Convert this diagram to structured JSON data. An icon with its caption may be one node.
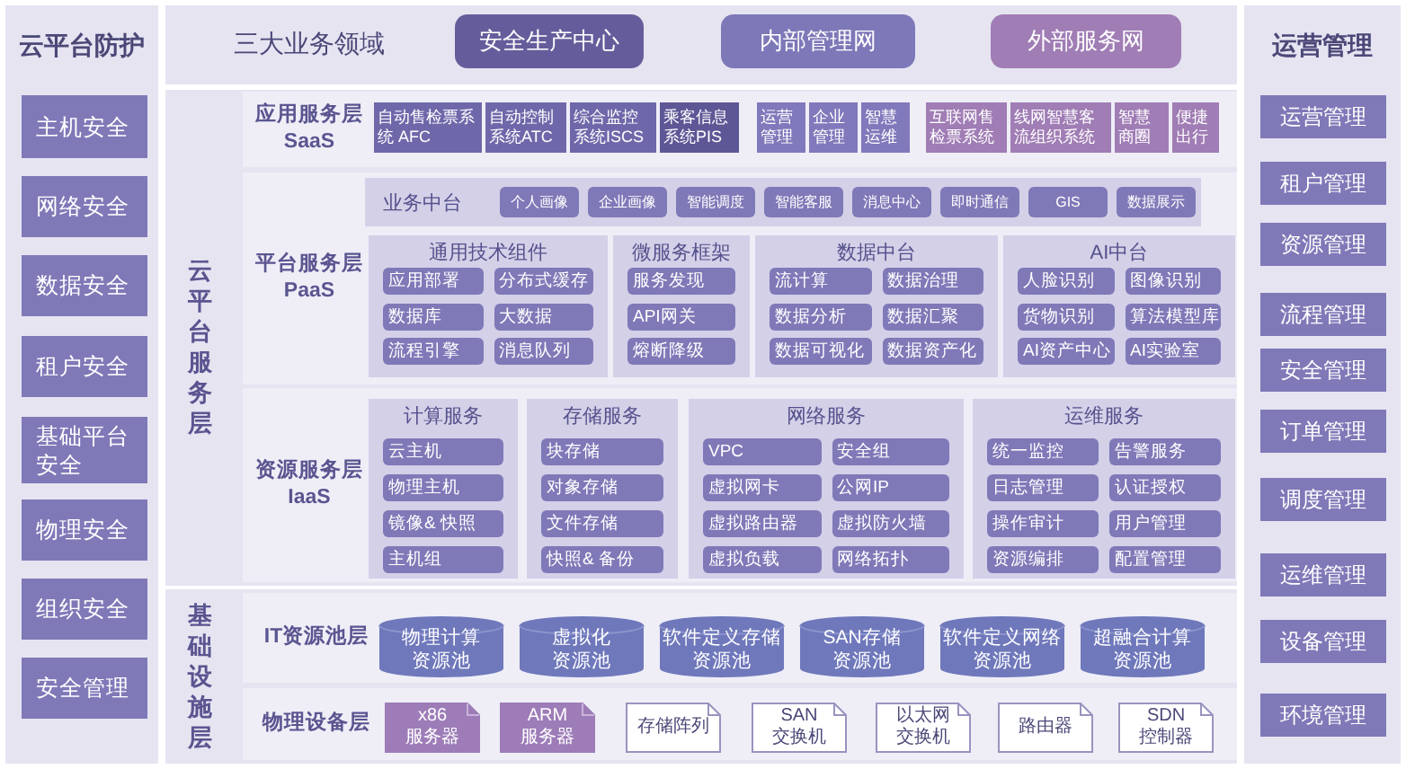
{
  "diagram": {
    "nodes": [
      {
        "text": [
          "云平台防护"
        ]
      },
      {
        "text": [
          "主机安全"
        ],
        "in": 0
      },
      {
        "text": [
          "网络安全"
        ],
        "in": 0
      },
      {
        "text": [
          "数据安全"
        ],
        "in": 0
      },
      {
        "text": [
          "租户安全"
        ],
        "in": 0
      },
      {
        "text": [
          "基础平台安全"
        ],
        "in": 0
      },
      {
        "text": [
          "物理安全"
        ],
        "in": 0
      },
      {
        "text": [
          "组织安全"
        ],
        "in": 0
      },
      {
        "text": [
          "安全管理"
        ],
        "in": 0
      },
      {
        "text": [
          "三大业务领域"
        ]
      },
      {
        "text": [
          "安全生产中心"
        ],
        "in": 9
      },
      {
        "text": [
          "内部管理网"
        ],
        "in": 9
      },
      {
        "text": [
          "外部服务网"
        ],
        "in": 9
      },
      {
        "text": [
          "云平台服务层"
        ]
      },
      {
        "text": [
          "应用服务层 SaaS"
        ],
        "in": 13
      },
      {
        "text": [
          "自动售检票系统 AFC"
        ],
        "in": 14
      },
      {
        "text": [
          "自动控制系统ATC"
        ],
        "in": 14
      },
      {
        "text": [
          "综合监控系统ISCS"
        ],
        "in": 14
      },
      {
        "text": [
          "乘客信息系统PIS"
        ],
        "in": 14
      },
      {
        "text": [
          "运营管理"
        ],
        "in": 14
      },
      {
        "text": [
          "企业管理"
        ],
        "in": 14
      },
      {
        "text": [
          "智慧运维"
        ],
        "in": 14
      },
      {
        "text": [
          "互联网售检票系统"
        ],
        "in": 14
      },
      {
        "text": [
          "线网智慧客流组织系统"
        ],
        "in": 14
      },
      {
        "text": [
          "智慧商圈"
        ],
        "in": 14
      },
      {
        "text": [
          "便捷出行"
        ],
        "in": 14
      },
      {
        "text": [
          "平台服务层 PaaS"
        ],
        "in": 13
      },
      {
        "text": [
          "业务中台"
        ],
        "in": 26
      },
      {
        "text": [
          "个人画像"
        ],
        "in": 27
      },
      {
        "text": [
          "企业画像"
        ],
        "in": 27
      },
      {
        "text": [
          "智能调度"
        ],
        "in": 27
      },
      {
        "text": [
          "智能客服"
        ],
        "in": 27
      },
      {
        "text": [
          "消息中心"
        ],
        "in": 27
      },
      {
        "text": [
          "即时通信"
        ],
        "in": 27
      },
      {
        "text": [
          "GIS"
        ],
        "in": 27
      },
      {
        "text": [
          "数据展示"
        ],
        "in": 27
      },
      {
        "text": [
          "通用技术组件"
        ],
        "in": 26
      },
      {
        "text": [
          "应用部署"
        ],
        "in": 36
      },
      {
        "text": [
          "分布式缓存"
        ],
        "in": 36
      },
      {
        "text": [
          "数据库"
        ],
        "in": 36
      },
      {
        "text": [
          "大数据"
        ],
        "in": 36
      },
      {
        "text": [
          "流程引擎"
        ],
        "in": 36
      },
      {
        "text": [
          "消息队列"
        ],
        "in": 36
      },
      {
        "text": [
          "微服务框架"
        ],
        "in": 26
      },
      {
        "text": [
          "服务发现"
        ],
        "in": 43
      },
      {
        "text": [
          "API网关"
        ],
        "in": 43
      },
      {
        "text": [
          "熔断降级"
        ],
        "in": 43
      },
      {
        "text": [
          "数据中台"
        ],
        "in": 26
      },
      {
        "text": [
          "流计算"
        ],
        "in": 47
      },
      {
        "text": [
          "数据治理"
        ],
        "in": 47
      },
      {
        "text": [
          "数据分析"
        ],
        "in": 47
      },
      {
        "text": [
          "数据汇聚"
        ],
        "in": 47
      },
      {
        "text": [
          "数据可视化"
        ],
        "in": 47
      },
      {
        "text": [
          "数据资产化"
        ],
        "in": 47
      },
      {
        "text": [
          "AI中台"
        ],
        "in": 26
      },
      {
        "text": [
          "人脸识别"
        ],
        "in": 54
      },
      {
        "text": [
          "图像识别"
        ],
        "in": 54
      },
      {
        "text": [
          "货物识别"
        ],
        "in": 54
      },
      {
        "text": [
          "算法模型库"
        ],
        "in": 54
      },
      {
        "text": [
          "AI资产中心"
        ],
        "in": 54
      },
      {
        "text": [
          "AI实验室"
        ],
        "in": 54
      },
      {
        "text": [
          "资源服务层 IaaS"
        ],
        "in": 13
      },
      {
        "text": [
          "计算服务"
        ],
        "in": 61
      },
      {
        "text": [
          "云主机"
        ],
        "in": 62
      },
      {
        "text": [
          "物理主机"
        ],
        "in": 62
      },
      {
        "text": [
          "镜像& 快照"
        ],
        "in": 62
      },
      {
        "text": [
          "主机组"
        ],
        "in": 62
      },
      {
        "text": [
          "存储服务"
        ],
        "in": 61
      },
      {
        "text": [
          "块存储"
        ],
        "in": 67
      },
      {
        "text": [
          "对象存储"
        ],
        "in": 67
      },
      {
        "text": [
          "文件存储"
        ],
        "in": 67
      },
      {
        "text": [
          "快照& 备份"
        ],
        "in": 67
      },
      {
        "text": [
          "网络服务"
        ],
        "in": 61
      },
      {
        "text": [
          "VPC"
        ],
        "in": 72
      },
      {
        "text": [
          "安全组"
        ],
        "in": 72
      },
      {
        "text": [
          "虚拟网卡"
        ],
        "in": 72
      },
      {
        "text": [
          "公网IP"
        ],
        "in": 72
      },
      {
        "text": [
          "虚拟路由器"
        ],
        "in": 72
      },
      {
        "text": [
          "虚拟防火墙"
        ],
        "in": 72
      },
      {
        "text": [
          "虚拟负载"
        ],
        "in": 72
      },
      {
        "text": [
          "网络拓扑"
        ],
        "in": 72
      },
      {
        "text": [
          "运维服务"
        ],
        "in": 61
      },
      {
        "text": [
          "统一监控"
        ],
        "in": 81
      },
      {
        "text": [
          "告警服务"
        ],
        "in": 81
      },
      {
        "text": [
          "日志管理"
        ],
        "in": 81
      },
      {
        "text": [
          "认证授权"
        ],
        "in": 81
      },
      {
        "text": [
          "操作审计"
        ],
        "in": 81
      },
      {
        "text": [
          "用户管理"
        ],
        "in": 81
      },
      {
        "text": [
          "资源编排"
        ],
        "in": 81
      },
      {
        "text": [
          "配置管理"
        ],
        "in": 81
      },
      {
        "text": [
          "基础设施层"
        ]
      },
      {
        "text": [
          "IT资源池层"
        ],
        "in": 90
      },
      {
        "text": [
          "物理计算资源池"
        ],
        "in": 91
      },
      {
        "text": [
          "虚拟化资源池"
        ],
        "in": 91
      },
      {
        "text": [
          "软件定义存储资源池"
        ],
        "in": 91
      },
      {
        "text": [
          "SAN存储资源池"
        ],
        "in": 91
      },
      {
        "text": [
          "软件定义网络资源池"
        ],
        "in": 91
      },
      {
        "text": [
          "超融合计算资源池"
        ],
        "in": 91
      },
      {
        "text": [
          "物理设备层"
        ],
        "in": 90
      },
      {
        "text": [
          "x86 服务器"
        ],
        "in": 98
      },
      {
        "text": [
          "ARM 服务器"
        ],
        "in": 98
      },
      {
        "text": [
          "存储阵列"
        ],
        "in": 98
      },
      {
        "text": [
          "SAN 交换机"
        ],
        "in": 98
      },
      {
        "text": [
          "以太网交换机"
        ],
        "in": 98
      },
      {
        "text": [
          "路由器"
        ],
        "in": 98
      },
      {
        "text": [
          "SDN 控制器"
        ],
        "in": 98
      },
      {
        "text": [
          "运营管理"
        ]
      },
      {
        "text": [
          "运营管理"
        ],
        "in": 106
      },
      {
        "text": [
          "租户管理"
        ],
        "in": 106
      },
      {
        "text": [
          "资源管理"
        ],
        "in": 106
      },
      {
        "text": [
          "流程管理"
        ],
        "in": 106
      },
      {
        "text": [
          "安全管理"
        ],
        "in": 106
      },
      {
        "text": [
          "订单管理"
        ],
        "in": 106
      },
      {
        "text": [
          "调度管理"
        ],
        "in": 106
      },
      {
        "text": [
          "运维管理"
        ],
        "in": 106
      },
      {
        "text": [
          "设备管理"
        ],
        "in": 106
      },
      {
        "text": [
          "环境管理"
        ],
        "in": 106
      }
    ]
  }
}
